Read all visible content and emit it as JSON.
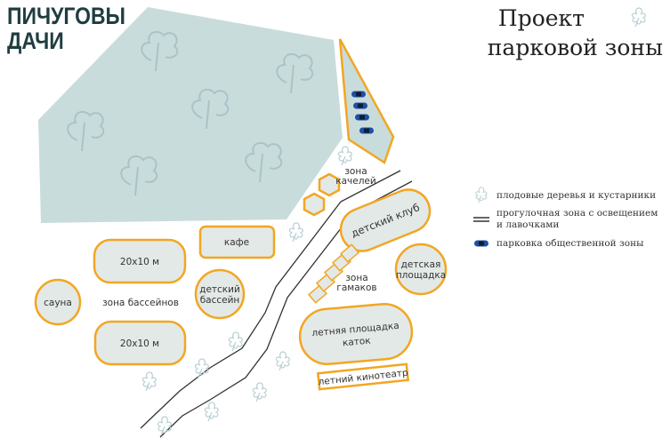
{
  "logo": {
    "line1": "ПИЧУГОВЫ",
    "line2": "ДАЧИ"
  },
  "title": {
    "line1": "Проект",
    "line2": "парковой зоны"
  },
  "zones": {
    "swings": [
      "зона",
      "качелей"
    ],
    "kids_club": "детский клуб",
    "playground": [
      "детская",
      "площадка"
    ],
    "hammocks": [
      "зона",
      "гамаков"
    ],
    "summer_rink": [
      "летняя площадка",
      "каток"
    ],
    "cinema": "летний кинотеатр",
    "cafe": "кафе",
    "pool_top": "20x10 м",
    "pool_bottom": "20x10 м",
    "pools_zone": "зона бассейнов",
    "sauna": "сауна",
    "kids_pool": [
      "детский",
      "бассейн"
    ]
  },
  "legend": [
    {
      "icon": "flower-icon",
      "label": "плодовые деревья и кустарники"
    },
    {
      "icon": "double-line-icon",
      "label": "прогулочная зона с освещением и лавочками"
    },
    {
      "icon": "car-icon",
      "label": "парковка общественной зоны"
    }
  ],
  "colors": {
    "forest": "#c9dcdc",
    "zone_fill": "#e3e9e6",
    "outline": "#f2a623",
    "logo": "#1f3d40",
    "car": "#1f4fa3"
  }
}
